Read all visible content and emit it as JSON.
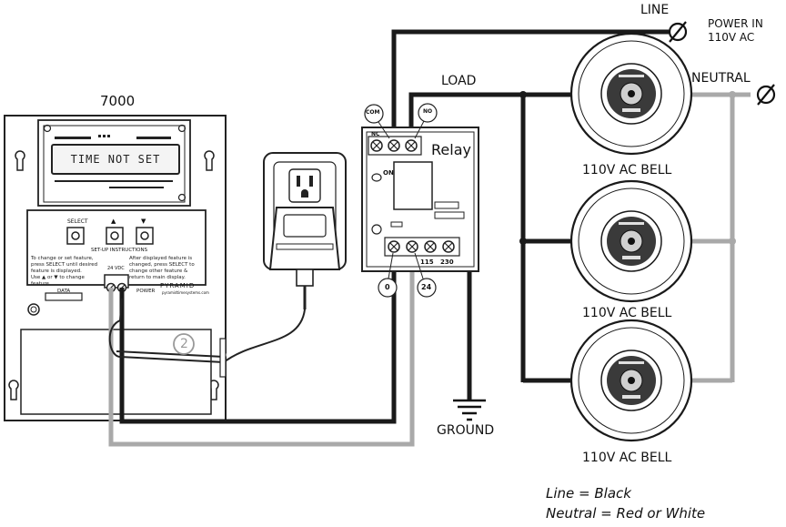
{
  "labels": {
    "line": "LINE",
    "power_in_line1": "POWER IN",
    "power_in_line2": "110V AC",
    "load": "LOAD",
    "neutral": "NEUTRAL",
    "relay": "Relay",
    "com": "COM",
    "no": "NO",
    "nc": "NC",
    "on": "ON",
    "terminal_115": "115",
    "terminal_230": "230",
    "terminal_0": "0",
    "terminal_24": "24",
    "ground": "GROUND",
    "bell_1": "110V AC BELL",
    "bell_2": "110V AC BELL",
    "bell_3": "110V AC BELL",
    "legend_line": "Line = Black",
    "legend_neutral": "Neutral = Red or White",
    "wire_callout": "2"
  },
  "clock": {
    "model": "7000",
    "display_text": "TIME NOT SET",
    "btn_select": "SELECT",
    "btn_up": "▲",
    "btn_down": "▼",
    "instructions_title": "SET-UP INSTRUCTIONS",
    "instr_1": "To change or set feature, press SELECT until desired feature is displayed.",
    "instr_2": "Use ▲ or ▼ to change feature.",
    "instr_3": "After displayed feature is changed, press SELECT to change other feature & return to main display.",
    "data_label": "DATA",
    "power_label": "POWER",
    "vdc_label": "24 VDC",
    "brand": "PYRAMID",
    "website": "pyramidtimesystems.com"
  },
  "colors": {
    "line_wire": "#1a1a1a",
    "neutral_wire": "#a9a9a9"
  }
}
